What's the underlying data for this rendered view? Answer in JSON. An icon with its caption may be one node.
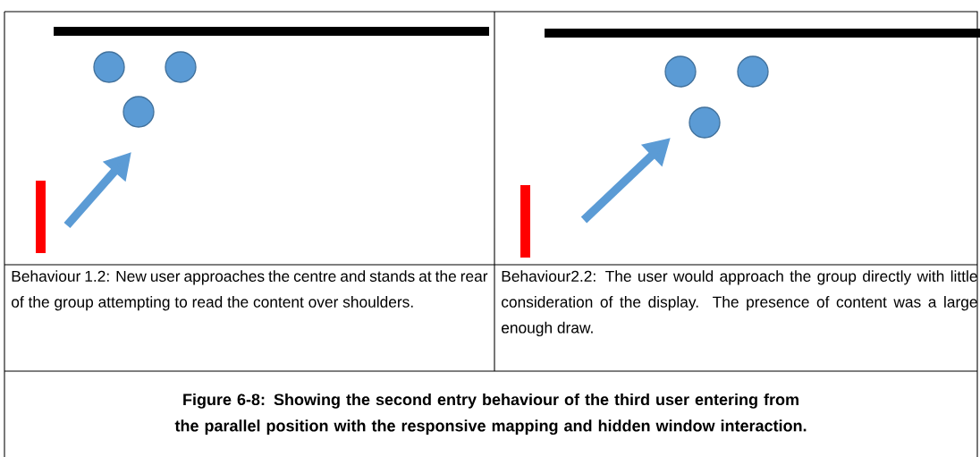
{
  "diagram": {
    "caption": "Figure 6-8: Showing the second entry behaviour of the third user entering from the parallel position with the responsive mapping and hidden window interaction.",
    "labels": [
      "Behaviour 1.2: New user approaches the centre and stands at the rear of the group attempting to read the content over shoulders.",
      "Behaviour2.2: The user would approach the group directly with little consideration of the display. The presence of content was a large enough draw."
    ]
  }
}
